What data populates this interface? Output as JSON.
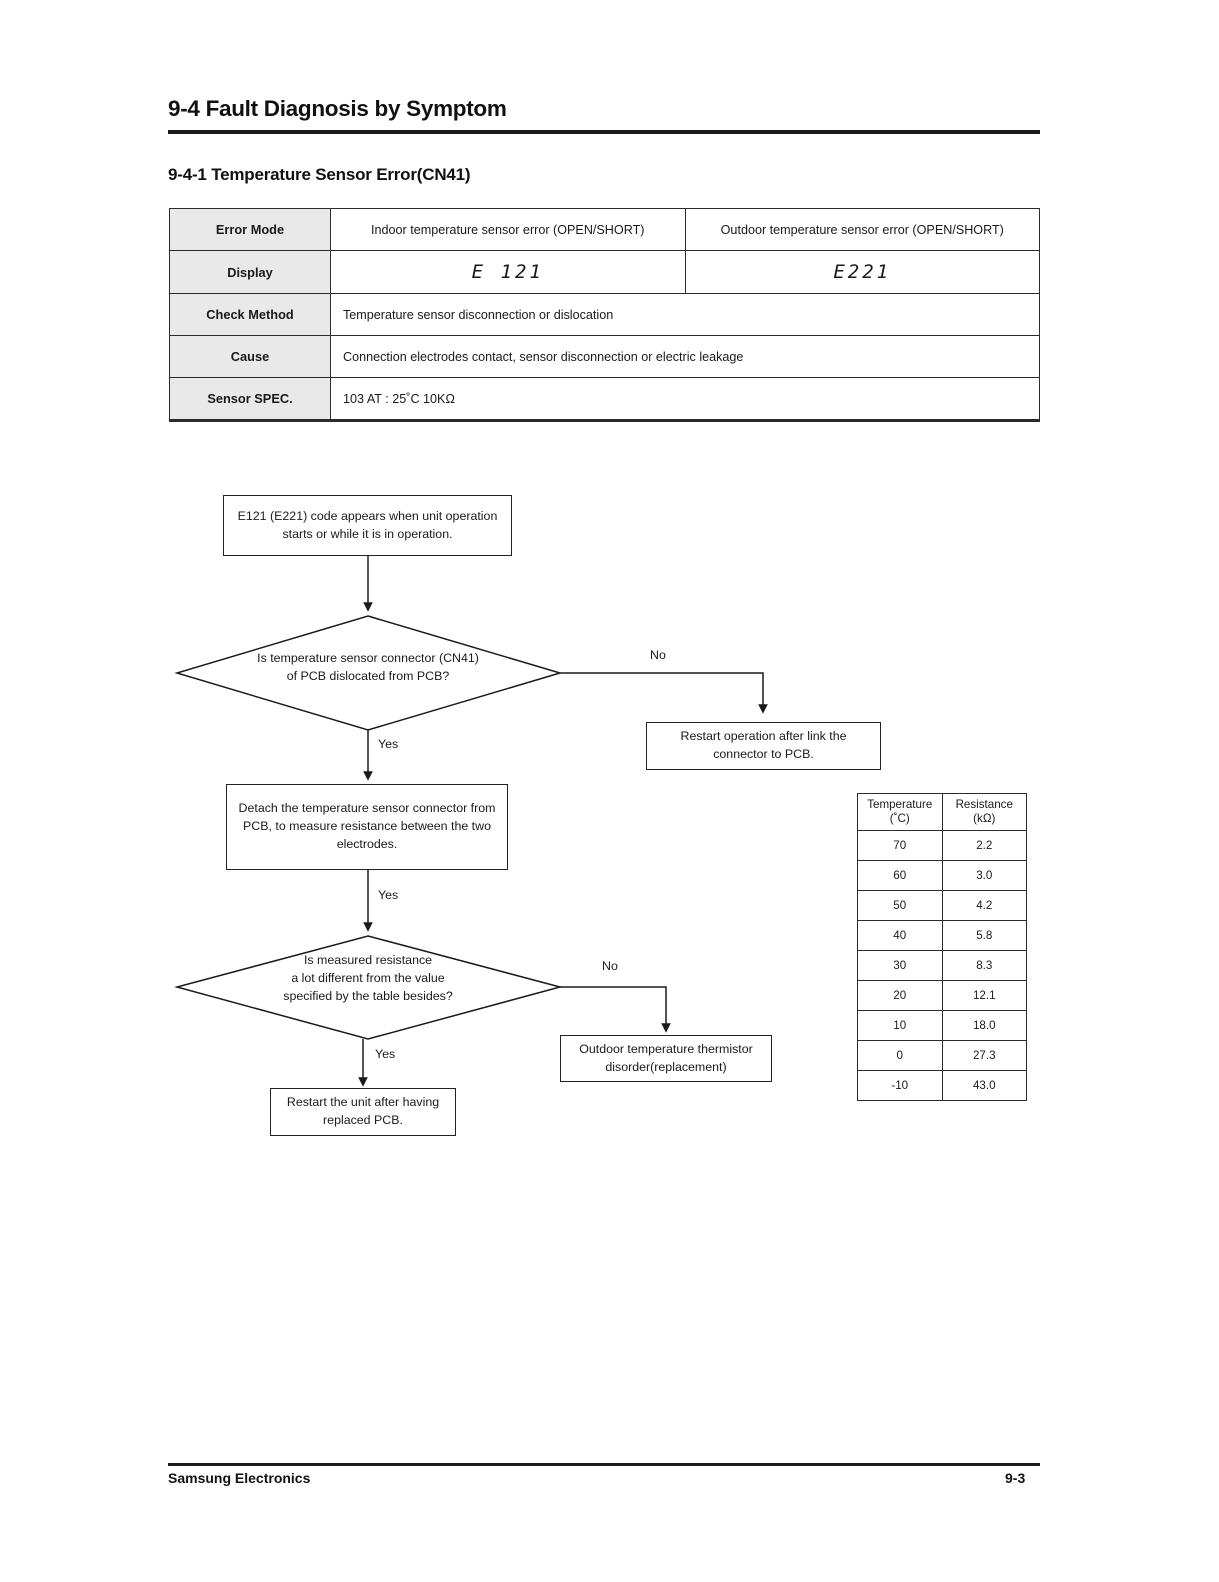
{
  "header": {
    "title": "9-4 Fault Diagnosis by Symptom",
    "section_title": "9-4-1 Temperature Sensor Error(CN41)"
  },
  "spec_table": {
    "rows": [
      {
        "label": "Error Mode",
        "indoor": "Indoor temperature sensor error (OPEN/SHORT)",
        "outdoor": "Outdoor temperature sensor error (OPEN/SHORT)"
      },
      {
        "label": "Display",
        "indoor": "E 121",
        "outdoor": "E221"
      },
      {
        "label": "Check Method",
        "value": "Temperature sensor disconnection or dislocation"
      },
      {
        "label": "Cause",
        "value": "Connection electrodes contact, sensor disconnection or electric leakage"
      },
      {
        "label": "Sensor SPEC.",
        "value": "103 AT : 25˚C 10KΩ"
      }
    ]
  },
  "flowchart": {
    "start_box": "E121 (E221) code appears when unit operation starts or while it is in operation.",
    "decision_1": {
      "line1": "Is temperature sensor connector (CN41)",
      "line2": "of PCB dislocated from PCB?",
      "yes_label": "Yes",
      "no_label": "No"
    },
    "restart_connector_box": "Restart operation after link the connector to PCB.",
    "detach_box": "Detach the temperature sensor connector from PCB, to measure resistance between the two electrodes.",
    "detach_yes_label": "Yes",
    "decision_2": {
      "line1": "Is measured resistance",
      "line2": "a lot different from the value",
      "line3": "specified by the table besides?",
      "yes_label": "Yes",
      "no_label": "No"
    },
    "thermistor_box": "Outdoor temperature thermistor disorder(replacement)",
    "replace_pcb_box": "Restart the unit after having replaced PCB."
  },
  "resistance_table": {
    "headers": [
      {
        "line1": "Temperature",
        "line2": "(˚C)"
      },
      {
        "line1": "Resistance",
        "line2": "(kΩ)"
      }
    ],
    "rows": [
      {
        "temperature": "70",
        "resistance": "2.2"
      },
      {
        "temperature": "60",
        "resistance": "3.0"
      },
      {
        "temperature": "50",
        "resistance": "4.2"
      },
      {
        "temperature": "40",
        "resistance": "5.8"
      },
      {
        "temperature": "30",
        "resistance": "8.3"
      },
      {
        "temperature": "20",
        "resistance": "12.1"
      },
      {
        "temperature": "10",
        "resistance": "18.0"
      },
      {
        "temperature": "0",
        "resistance": "27.3"
      },
      {
        "temperature": "-10",
        "resistance": "43.0"
      }
    ]
  },
  "footer": {
    "left": "Samsung Electronics",
    "right": "9-3"
  }
}
